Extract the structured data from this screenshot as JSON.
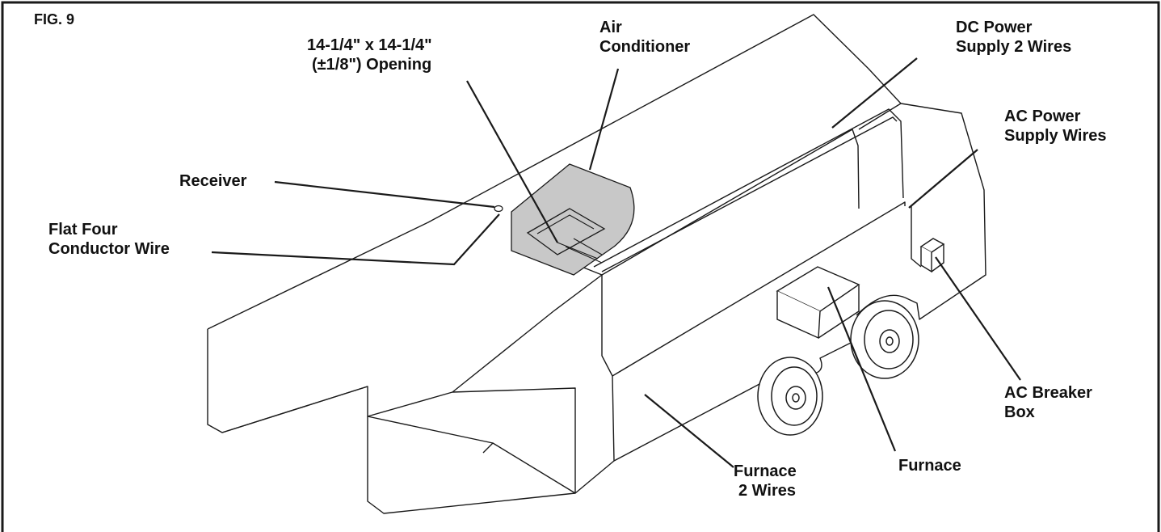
{
  "figure": {
    "number": "FIG. 9",
    "colors": {
      "line": "#1a1a1a",
      "roof_unit_fill": "#c8c8c8",
      "background": "#ffffff"
    },
    "labels": {
      "opening": [
        "14-1/4\" x 14-1/4\"",
        "(±1/8\") Opening"
      ],
      "air_conditioner": [
        "Air",
        "Conditioner"
      ],
      "dc_power": [
        "DC Power",
        "Supply 2 Wires"
      ],
      "ac_power": [
        "AC Power",
        "Supply Wires"
      ],
      "receiver": "Receiver",
      "flat_wire": [
        "Flat Four",
        "Conductor Wire"
      ],
      "ac_breaker": [
        "AC Breaker",
        "Box"
      ],
      "furnace": "Furnace",
      "furnace_wires": [
        "Furnace",
        "2 Wires"
      ]
    }
  }
}
